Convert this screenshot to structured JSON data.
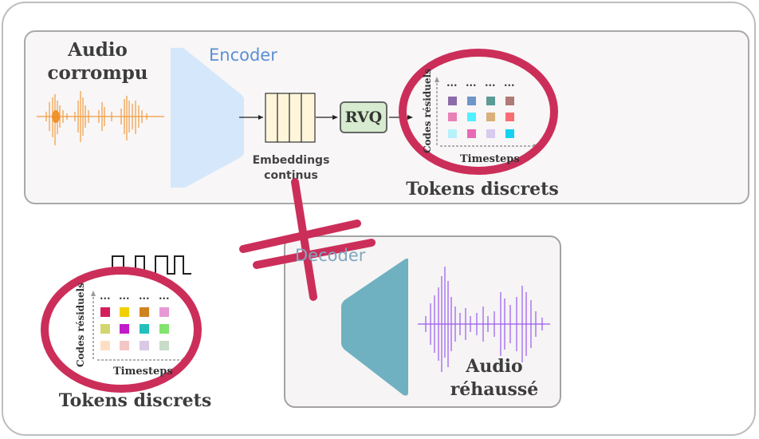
{
  "encoder": {
    "label": "Encoder"
  },
  "decoder": {
    "label": "Decoder"
  },
  "input_audio": {
    "line1": "Audio",
    "line2": "corrompu"
  },
  "output_audio": {
    "line1": "Audio",
    "line2": "réhaussé"
  },
  "embeddings": {
    "line1": "Embeddings",
    "line2": "continus"
  },
  "rvq": {
    "label": "RVQ"
  },
  "token_grid_top": {
    "title": "Tokens discrets",
    "y_axis": "Codes résiduels",
    "x_axis": "Timesteps",
    "dots": "...",
    "colors": [
      [
        "#8c6ba8",
        "#6f95c9",
        "#5d9b95",
        "#b07a76"
      ],
      [
        "#e980b6",
        "#4ff0ff",
        "#d9b079",
        "#fa6d72"
      ],
      [
        "#b7f1fb",
        "#e86ab5",
        "#d9caef",
        "#16d2f1"
      ]
    ]
  },
  "token_grid_bottom": {
    "title": "Tokens discrets",
    "y_axis": "Codes résiduels",
    "x_axis": "Timesteps",
    "dots": "...",
    "colors": [
      [
        "#d41e5a",
        "#f1d000",
        "#cf8320",
        "#e898d4"
      ],
      [
        "#d1d66e",
        "#c11ac9",
        "#22c0bd",
        "#82e36e"
      ],
      [
        "#ffdfc3",
        "#f5c6c6",
        "#dac8e6",
        "#c9dbc9"
      ]
    ]
  },
  "colors": {
    "highlight_ring": "#cc2e5a",
    "waveform_in": "#f08b20",
    "waveform_out": "#8f49f0",
    "encoder_fill": "#d3e6fa",
    "decoder_fill": "#6fb1c1",
    "embedding_fill": "#fff6da"
  }
}
